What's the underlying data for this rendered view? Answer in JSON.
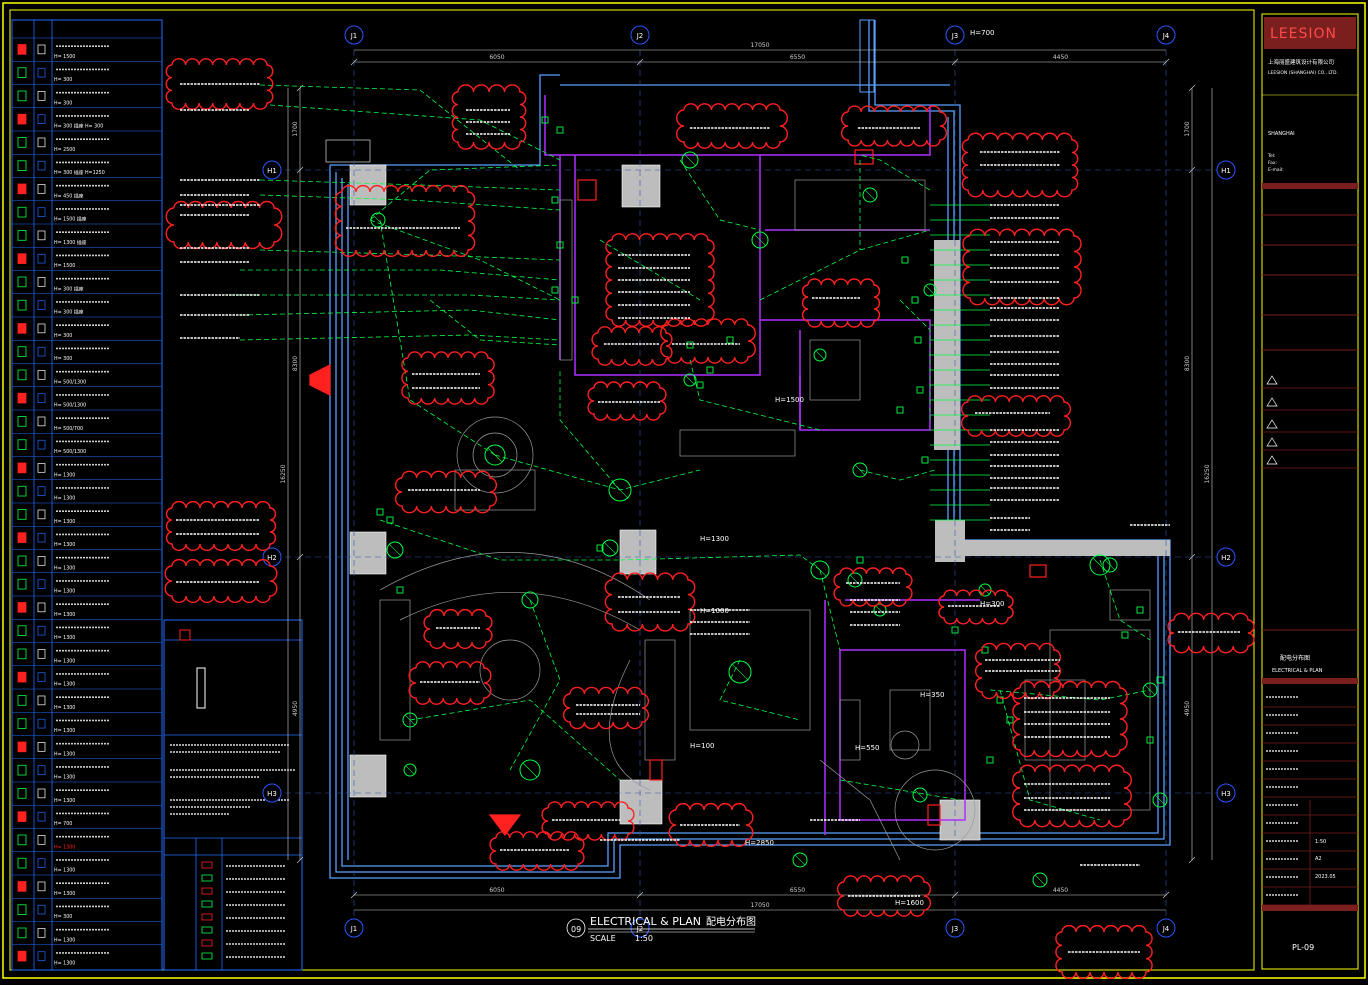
{
  "colors": {
    "background": "#000000",
    "frame": "#ffff00",
    "wall": "#5aa0ff",
    "partition": "#b030ff",
    "wiring": "#00ff44",
    "cloud": "#ff2020",
    "annotation": "#ffffff",
    "dimension": "#cfcfcf",
    "column": "#bdbdbd",
    "legend_grid": "#1f6bff",
    "grid_bubble": "#2a55ff",
    "logo_bg": "#7a1e1e"
  },
  "drawing": {
    "title_en": "ELECTRICAL & PLAN",
    "title_cn": "配电分布图",
    "scale_label": "SCALE",
    "scale_value": "1:50",
    "view_number": "09"
  },
  "grid": {
    "top": [
      "J1",
      "J2",
      "J3",
      "J4"
    ],
    "bottom": [
      "J1",
      "J2",
      "J3",
      "J4"
    ],
    "left": [
      "H1",
      "H2",
      "H3"
    ],
    "right": [
      "H1",
      "H2",
      "H3"
    ]
  },
  "dimensions": {
    "top_total": "17050",
    "top_segments": [
      "6050",
      "6550",
      "4450"
    ],
    "bottom_total": "17050",
    "bottom_segments": [
      "6050",
      "6550",
      "4450"
    ],
    "left_segments": [
      "1700",
      "8300",
      "4950"
    ],
    "left_total": "16250",
    "right_segments": [
      "1700",
      "8300",
      "4950"
    ],
    "right_total": "16250"
  },
  "legend": {
    "rows": [
      "H= 1500",
      "H= 300",
      "H= 300",
      "H= 300 插座 H= 300",
      "H= 2500",
      "H= 300 插座 H=1250",
      "H= 450 插座",
      "H= 1500 插座",
      "H= 1300 插座",
      "H= 1500",
      "H= 300 插座",
      "H= 300 插座",
      "H= 300",
      "H= 300",
      "H= 500/1300",
      "H= 500/1300",
      "H= 500/700",
      "H= 500/1300",
      "H= 1300",
      "H= 1300",
      "H= 1300",
      "H= 1300",
      "H= 1300",
      "H= 1300",
      "H= 1300",
      "H= 1300",
      "H= 1300",
      "H= 1300",
      "H= 1300",
      "H= 1300",
      "H= 1300",
      "H= 1300",
      "H= 1300",
      "H= 700",
      "H= 1300",
      "H= 1300",
      "H= 1300",
      "H= 300",
      "H= 1300",
      "H= 1300"
    ]
  },
  "title_block": {
    "logo": "LEESION",
    "company_cn": "上海丽盛建筑设计有限公司",
    "company_en": "LEESION (SHANGHAI) CO., LTD.",
    "address_lines": [
      "SHANGHAI",
      "Tel:",
      "Fax:",
      "E-mail:"
    ],
    "sheet_title": "配电分布图",
    "sheet_title_en": "ELECTRICAL & PLAN",
    "scale": "1:50",
    "sheet_no_label": "A2",
    "date": "2023.05",
    "drawing_no": "PL-09"
  },
  "labels": {
    "room_1": "H=1300",
    "room_2": "H=300",
    "room_3": "H=2850",
    "room_4": "H=700",
    "room_5": "H=1500",
    "room_6": "H=1600",
    "room_7": "H=350",
    "room_8": "H=1000",
    "room_9": "H=550",
    "room_10": "H=100"
  }
}
